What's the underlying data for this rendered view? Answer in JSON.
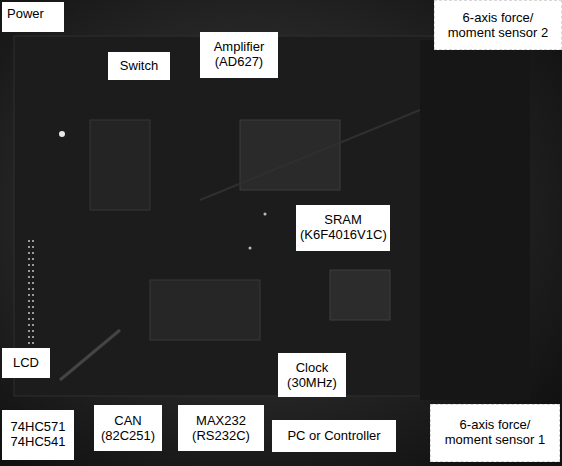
{
  "diagram": {
    "nodes": [
      {
        "text": [
          "Power"
        ]
      },
      {
        "text": [
          "Switch"
        ]
      },
      {
        "text": [
          "Amplifier (AD627)"
        ]
      },
      {
        "text": [
          "6-axis force/ moment sensor 2"
        ]
      },
      {
        "text": [
          "SRAM (K6F4016V1C)"
        ]
      },
      {
        "text": [
          "LCD"
        ]
      },
      {
        "text": [
          "Clock (30MHz)"
        ]
      },
      {
        "text": [
          "74HC571 74HC541"
        ]
      },
      {
        "text": [
          "CAN (82C251)"
        ]
      },
      {
        "text": [
          "MAX232 (RS232C)"
        ]
      },
      {
        "text": [
          "PC or Controller"
        ]
      },
      {
        "text": [
          "6-axis force/ moment sensor 1"
        ]
      }
    ]
  }
}
